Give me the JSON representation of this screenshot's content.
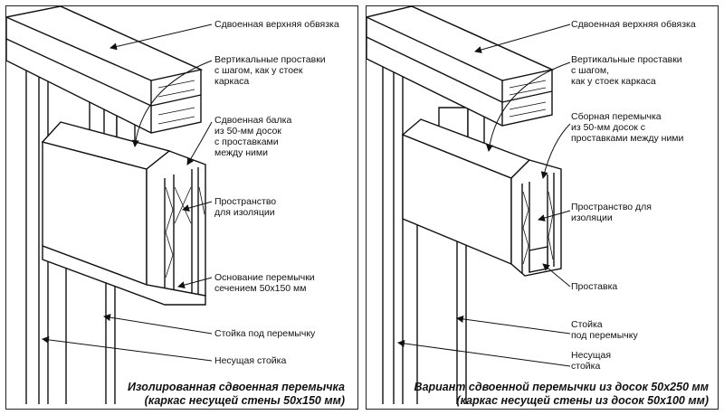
{
  "left": {
    "labels": {
      "top_plate": "Сдвоенная верхняя обвязка",
      "cripples": "Вертикальные проставки\nс шагом, как у стоек\nкаркаса",
      "header": "Сдвоенная балка\nиз 50-мм досок\nс проставками\nмежду ними",
      "insulation": "Пространство\nдля изоляции",
      "sill": "Основание перемычки\nсечением 50x150 мм",
      "jack_stud": "Стойка под перемычку",
      "king_stud": "Несущая стойка"
    },
    "caption": "Изолированная сдвоенная перемычка\n(каркас несущей стены 50x150 мм)"
  },
  "right": {
    "labels": {
      "top_plate": "Сдвоенная верхняя обвязка",
      "cripples": "Вертикальные проставки\nс шагом,\nкак у стоек каркаса",
      "header": "Сборная перемычка\nиз 50-мм досок с\nпроставками между ними",
      "insulation": "Пространство для\nизоляции",
      "spacer": "Проставка",
      "jack_stud": "Стойка\nпод перемычку",
      "king_stud": "Несущая\nстойка"
    },
    "caption": "Вариант сдвоенной перемычки из досок 50x250 мм\n(каркас несущей стены из досок 50x100 мм)"
  }
}
